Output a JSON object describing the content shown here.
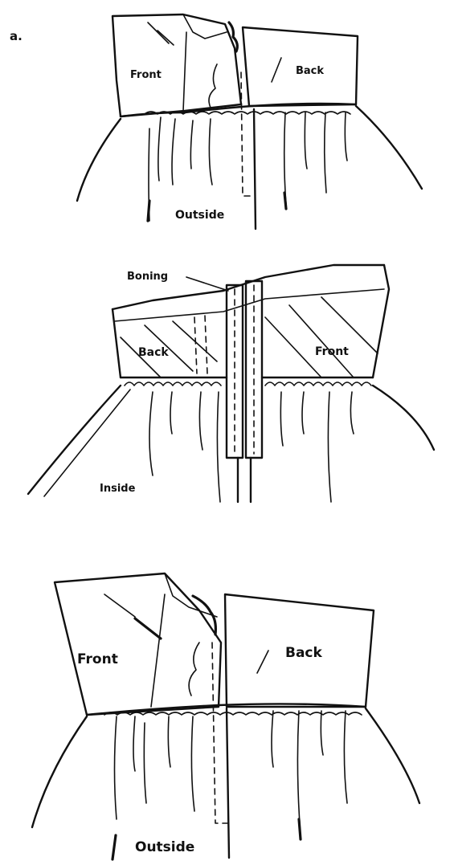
{
  "figures": [
    {
      "letter": "a.",
      "labels": {
        "front": "Front",
        "back": "Back",
        "outside": "Outside"
      }
    },
    {
      "labels": {
        "boning": "Boning",
        "back": "Back",
        "front": "Front",
        "inside": "Inside"
      }
    },
    {
      "labels": {
        "front": "Front",
        "back": "Back",
        "outside": "Outside"
      }
    }
  ]
}
